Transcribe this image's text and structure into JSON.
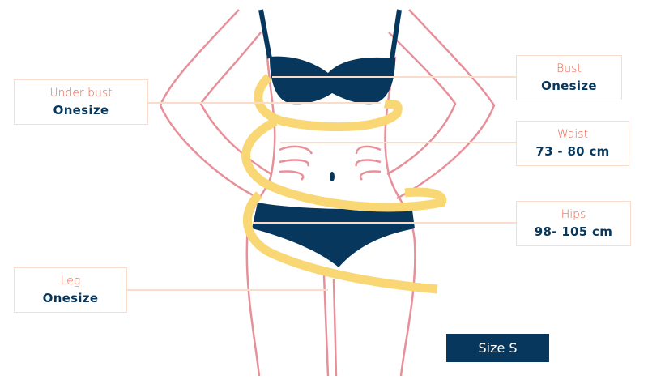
{
  "measurements": {
    "under_bust": {
      "label": "Under bust",
      "value": "Onesize"
    },
    "bust": {
      "label": "Bust",
      "value": "Onesize"
    },
    "waist": {
      "label": "Waist",
      "value": "73 - 80 cm"
    },
    "hips": {
      "label": "Hips",
      "value": "98- 105 cm"
    },
    "leg": {
      "label": "Leg",
      "value": "Onesize"
    }
  },
  "size_button": "Size S",
  "colors": {
    "navy": "#07375c",
    "outline": "#e8909a",
    "tape": "#f9d774",
    "accent": "#f0614a",
    "line": "#fbdccb"
  }
}
